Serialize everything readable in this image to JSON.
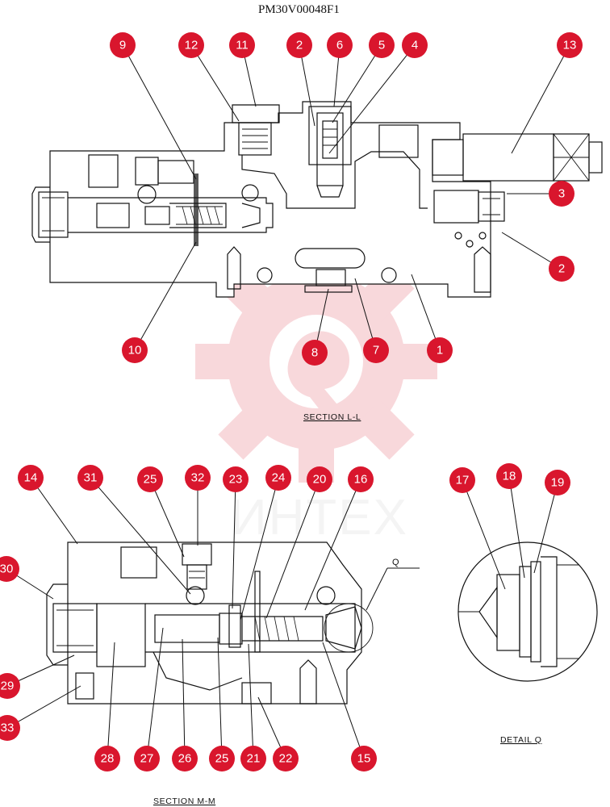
{
  "drawing_number": "PM30V00048F1",
  "watermark_text": "ИНТЕХ",
  "captions": {
    "section_ll": "SECTION L-L",
    "section_mm": "SECTION M-M",
    "detail_q": "DETAIL Q"
  },
  "detail_marker": "Q",
  "accent_color": "#d9162d",
  "callouts": [
    {
      "id": "c9",
      "label": "9"
    },
    {
      "id": "c12",
      "label": "12"
    },
    {
      "id": "c11",
      "label": "11"
    },
    {
      "id": "c2a",
      "label": "2"
    },
    {
      "id": "c6",
      "label": "6"
    },
    {
      "id": "c5",
      "label": "5"
    },
    {
      "id": "c4",
      "label": "4"
    },
    {
      "id": "c13",
      "label": "13"
    },
    {
      "id": "c3",
      "label": "3"
    },
    {
      "id": "c2b",
      "label": "2"
    },
    {
      "id": "c10",
      "label": "10"
    },
    {
      "id": "c8",
      "label": "8"
    },
    {
      "id": "c7",
      "label": "7"
    },
    {
      "id": "c1",
      "label": "1"
    },
    {
      "id": "c14",
      "label": "14"
    },
    {
      "id": "c31",
      "label": "31"
    },
    {
      "id": "c25a",
      "label": "25"
    },
    {
      "id": "c32",
      "label": "32"
    },
    {
      "id": "c23",
      "label": "23"
    },
    {
      "id": "c24",
      "label": "24"
    },
    {
      "id": "c20",
      "label": "20"
    },
    {
      "id": "c16",
      "label": "16"
    },
    {
      "id": "c30",
      "label": "30"
    },
    {
      "id": "c29",
      "label": "29"
    },
    {
      "id": "c33",
      "label": "33"
    },
    {
      "id": "c28",
      "label": "28"
    },
    {
      "id": "c27",
      "label": "27"
    },
    {
      "id": "c26",
      "label": "26"
    },
    {
      "id": "c25b",
      "label": "25"
    },
    {
      "id": "c21",
      "label": "21"
    },
    {
      "id": "c22",
      "label": "22"
    },
    {
      "id": "c15",
      "label": "15"
    },
    {
      "id": "c17",
      "label": "17"
    },
    {
      "id": "c18",
      "label": "18"
    },
    {
      "id": "c19",
      "label": "19"
    }
  ]
}
